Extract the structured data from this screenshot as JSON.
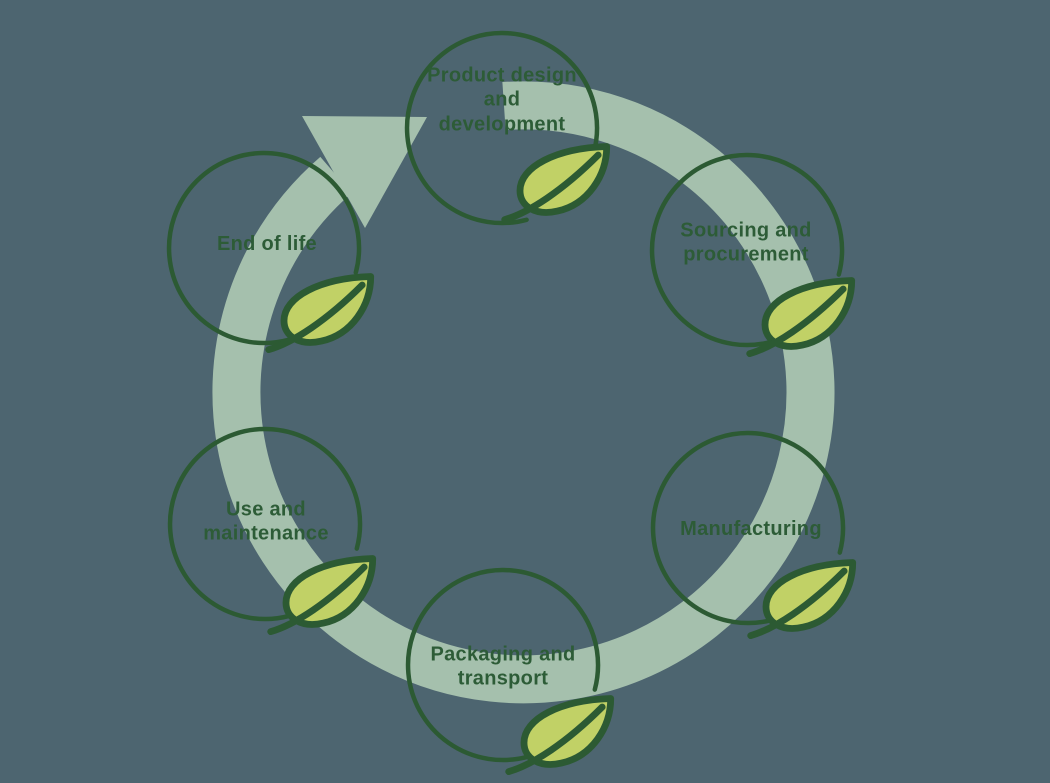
{
  "diagram": {
    "type": "cycle",
    "flow_icon": "circular-arrow-clockwise",
    "stages": [
      {
        "id": "product-design",
        "label": "Product design\nand\ndevelopment",
        "icon": "leaf-icon"
      },
      {
        "id": "sourcing",
        "label": "Sourcing and\nprocurement",
        "icon": "leaf-icon"
      },
      {
        "id": "manufacturing",
        "label": "Manufacturing",
        "icon": "leaf-icon"
      },
      {
        "id": "packaging",
        "label": "Packaging and\ntransport",
        "icon": "leaf-icon"
      },
      {
        "id": "use",
        "label": "Use and\nmaintenance",
        "icon": "leaf-icon"
      },
      {
        "id": "end-of-life",
        "label": "End of life",
        "icon": "leaf-icon"
      }
    ]
  },
  "colors": {
    "background": "#4d6570",
    "arrow_band": "#a5c0ad",
    "outline_green": "#2c5a33",
    "text_green": "#2d5c37",
    "leaf_fill": "#c1d166"
  }
}
